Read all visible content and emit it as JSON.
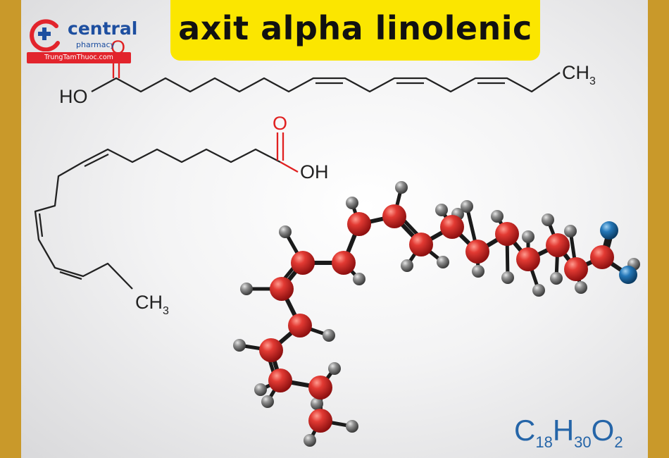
{
  "title": "axit alpha linolenic",
  "logo": {
    "name": "central",
    "subtitle": "pharmacy",
    "site": "TrungTamThuoc.com",
    "icon": "pharmacy-cross-logo-icon",
    "colors": {
      "blue": "#1e4fa0",
      "red": "#e2242c"
    }
  },
  "skeletal_top": {
    "acid_oxygen": "O",
    "hydroxyl": "HO",
    "methyl_group": {
      "main": "CH",
      "sub": "3"
    }
  },
  "skeletal_bent": {
    "acid_oxygen": "O",
    "hydroxyl": "OH",
    "methyl_group": {
      "main": "CH",
      "sub": "3"
    }
  },
  "formula": {
    "c": "C",
    "c_count": "18",
    "h": "H",
    "h_count": "30",
    "o": "O",
    "o_count": "2",
    "color": "#2565a8"
  },
  "model_colors": {
    "carbon": "#d8262a",
    "hydrogen": "#8a8a8a",
    "oxygen": "#1f6ea8",
    "bond": "#1a1a1a"
  }
}
